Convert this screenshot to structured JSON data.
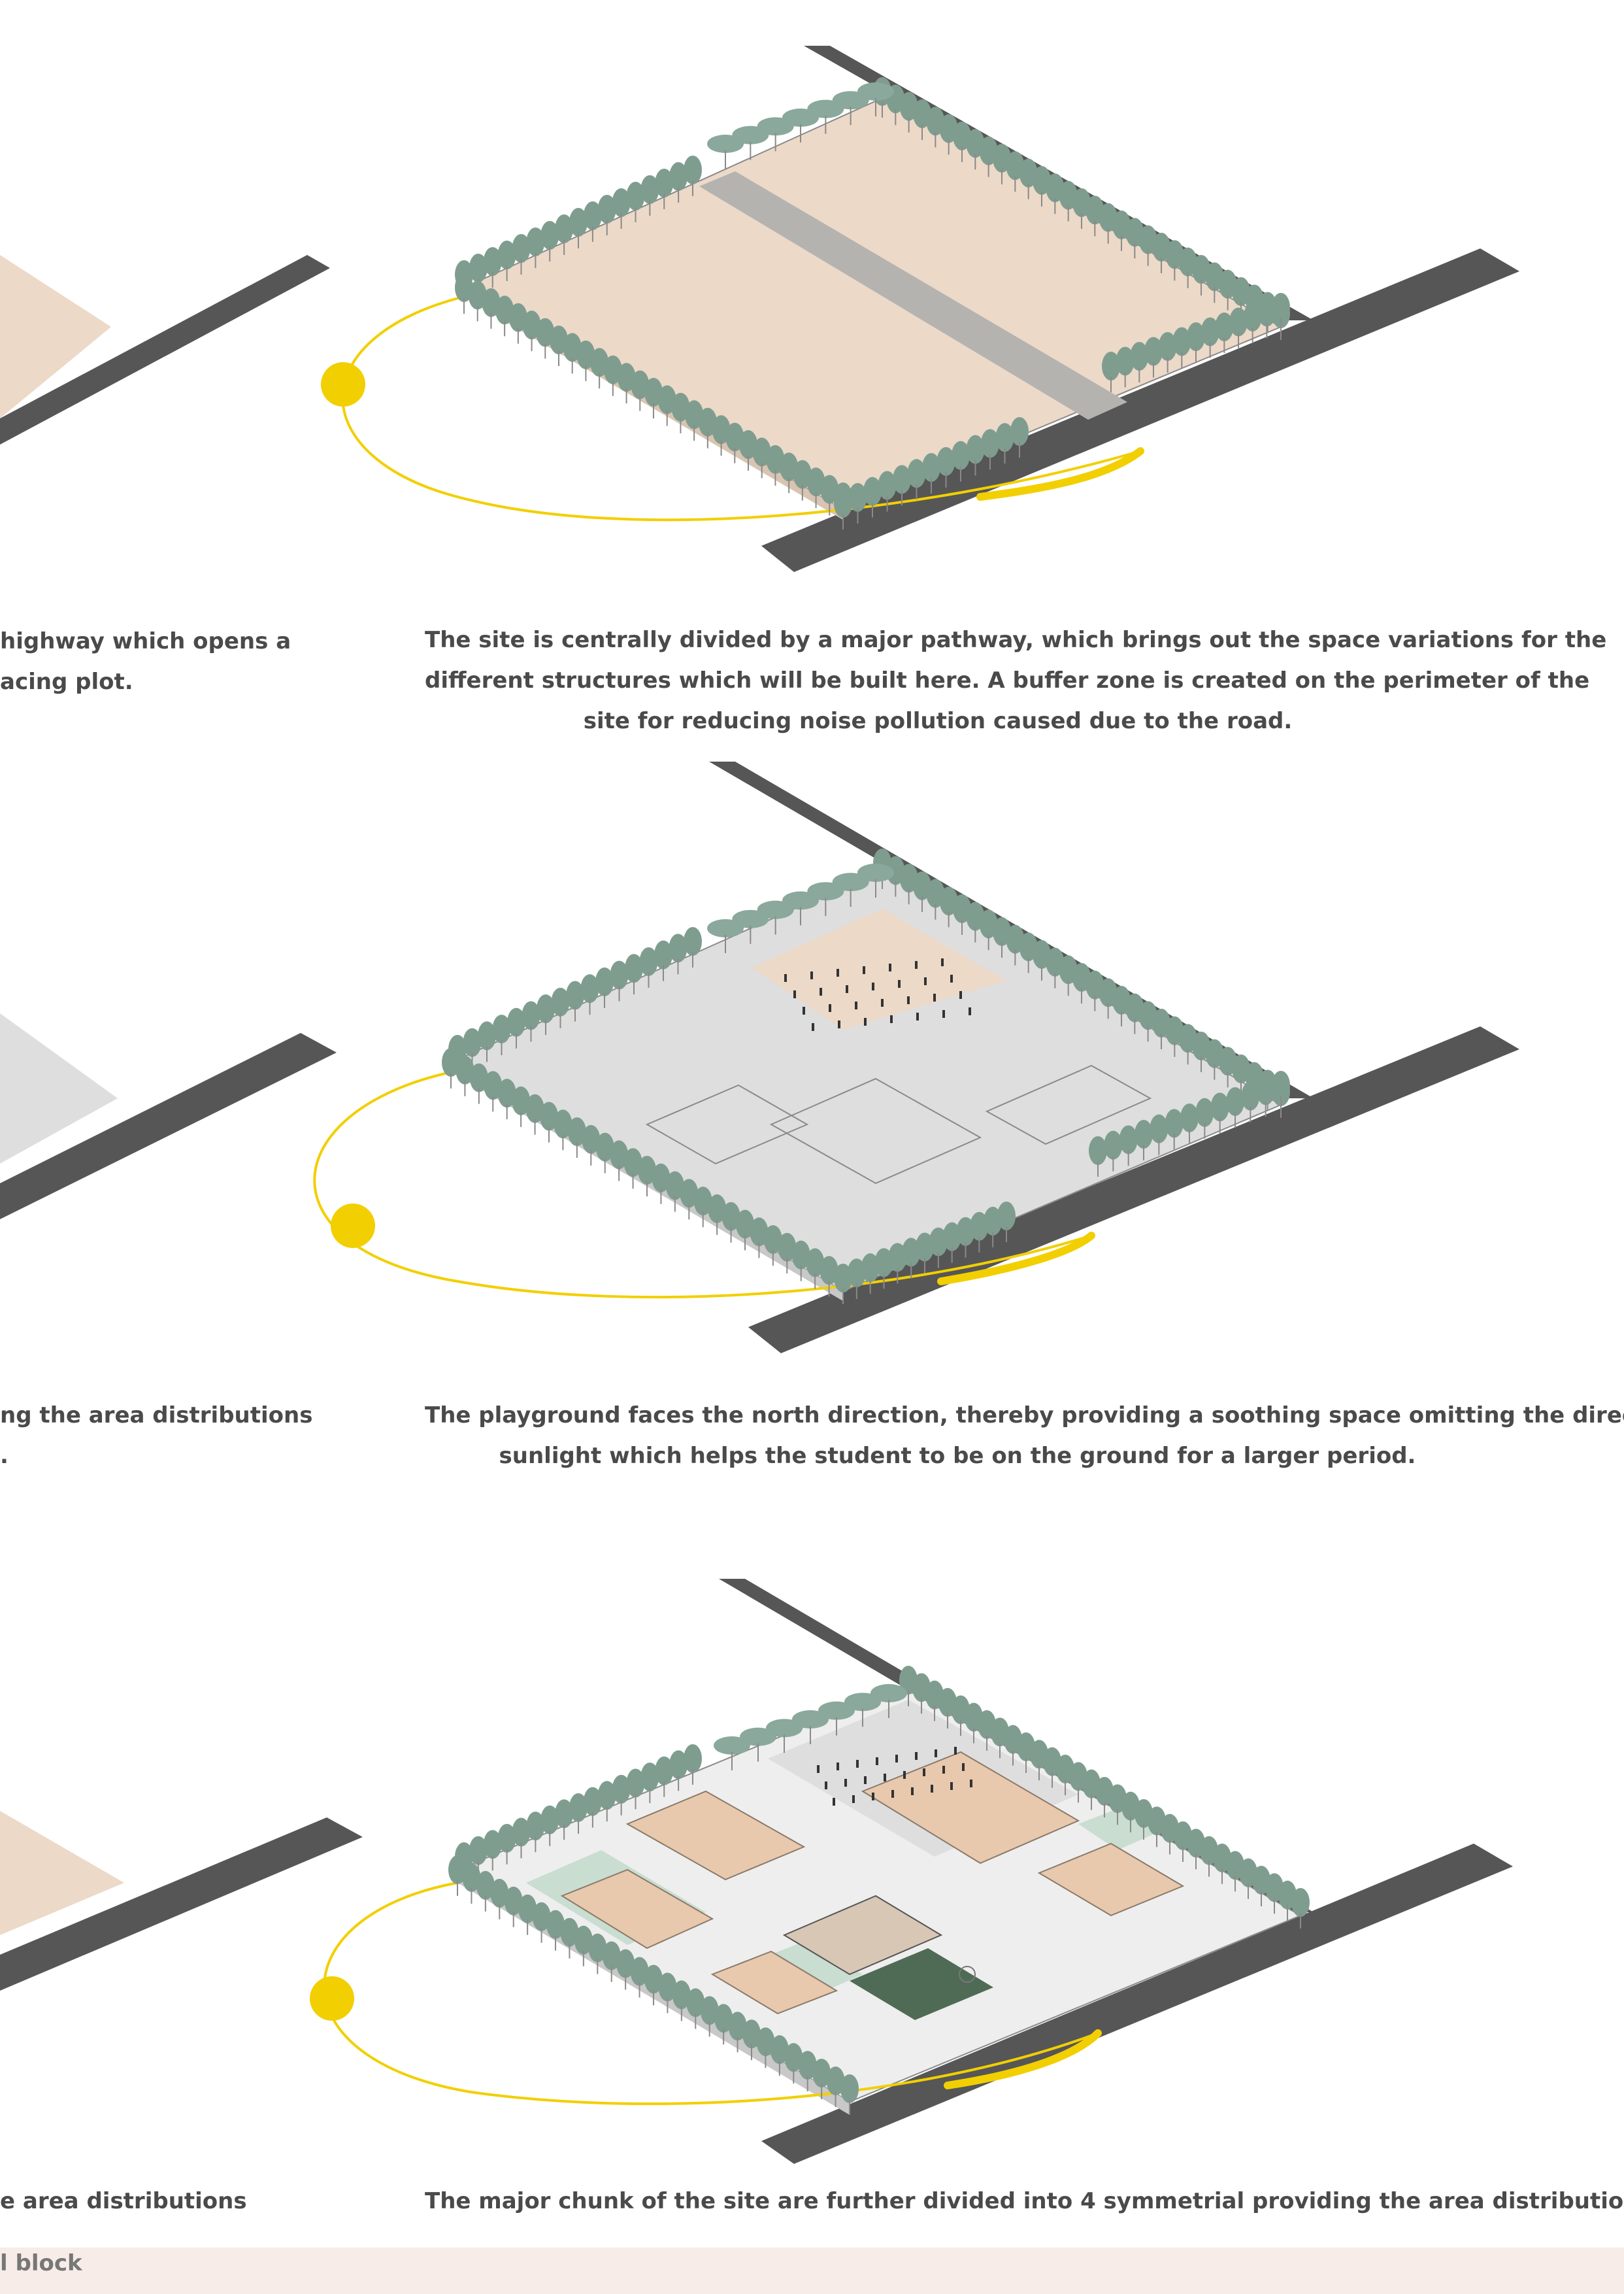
{
  "panels": {
    "row1_left_caption_lines": [
      "highway which opens a",
      "acing plot."
    ],
    "row1_main_caption_lines": [
      "The site is centrally divided by a major pathway, which brings out the space variations for the",
      "different structures which will be built here. A buffer zone  is created on the perimeter of the",
      "site for reducing noise pollution caused due to the road."
    ],
    "row2_left_caption_lines": [
      "ng the area distributions",
      "."
    ],
    "row2_main_caption_lines": [
      "The playground faces the north direction, thereby providing a soothing space omitting the direct",
      "sunlight which helps the student to be on the ground for a larger period."
    ],
    "row3_left_caption_lines": [
      "e area distributions"
    ],
    "row3_main_caption_lines": [
      "The major chunk of the site are further divided into 4 symmetrial providing the area distributions"
    ]
  },
  "footer": {
    "label": "l block"
  },
  "colors": {
    "plot": "#ecd9c8",
    "road": "#565656",
    "pathway": "#b5b3b0",
    "tree": "#7f9d8f",
    "sun": "#f2cf00",
    "ground": "#dedede",
    "building": "#e8c9ae",
    "lawn": "#c9ddd0",
    "text": "#4a4a4a"
  },
  "icons": [
    "sun-icon",
    "tree-icon"
  ]
}
